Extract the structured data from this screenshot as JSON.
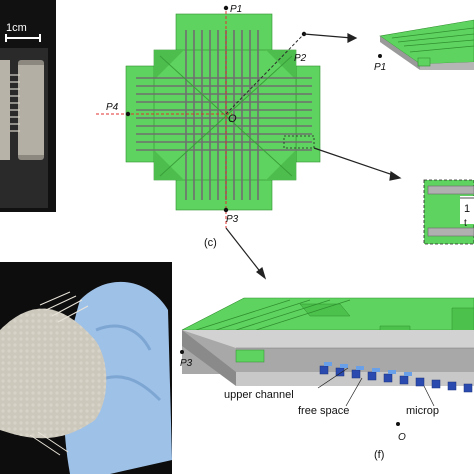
{
  "photo_top": {
    "scale_label": "1cm"
  },
  "center_diagram": {
    "points": {
      "p1": "P1",
      "p2": "P2",
      "p3": "P3",
      "p4": "P4",
      "origin": "O"
    },
    "panel_label": "(c)"
  },
  "right_top": {
    "point_label": "P1"
  },
  "inset": {
    "text_line1": "1",
    "text_line2": "t"
  },
  "bottom_diagram": {
    "point_p3": "P3",
    "origin": "O",
    "labels": {
      "upper_channel": "upper channel",
      "free_space": "free space",
      "micro": "microp"
    },
    "panel_label": "(f)"
  },
  "colors": {
    "green": "#5fd35f",
    "gray": "#9a9a9a",
    "red": "#e03030",
    "blue_glove": "#9ec1e8"
  }
}
